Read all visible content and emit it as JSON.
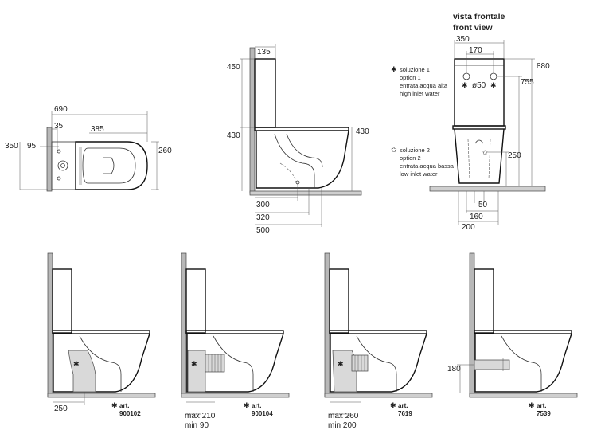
{
  "plan_view": {
    "dim_total_length": "690",
    "dim_left_offset": "35",
    "dim_bowl": "385",
    "dim_depth": "350",
    "dim_inlet": "95",
    "dim_width": "260"
  },
  "side_view": {
    "dim_tank_depth": "135",
    "dim_tank_height": "450",
    "dim_seat_height_left": "430",
    "dim_seat_height_right": "430",
    "dim_outlet_300": "300",
    "dim_outlet_320": "320",
    "dim_outlet_500": "500"
  },
  "front_view": {
    "title_it": "vista frontale",
    "title_en": "front view",
    "dim_width_350": "350",
    "dim_inlet_spacing": "170",
    "dim_diameter": "ø50",
    "dim_total_height": "880",
    "dim_tank_top": "755",
    "dim_low_inlet": "250",
    "dim_low_50": "50",
    "dim_160": "160",
    "dim_200": "200"
  },
  "legend": {
    "option1_line1": "soluzione 1",
    "option1_line2": "option 1",
    "option1_line3": "entrata acqua alta",
    "option1_line4": "high inlet water",
    "option2_line1": "soluzione 2",
    "option2_line2": "option 2",
    "option2_line3": "entrata acqua bassa",
    "option2_line4": "low inlet water"
  },
  "variants": [
    {
      "art_label": "art.",
      "art_number": "900102",
      "dim1": "250"
    },
    {
      "art_label": "art.",
      "art_number": "900104",
      "dim1": "max 210",
      "dim2": "min  90"
    },
    {
      "art_label": "art.",
      "art_number": "7619",
      "dim1": "max 260",
      "dim2": "min 200"
    },
    {
      "art_label": "art.",
      "art_number": "7539",
      "dim1": "180"
    }
  ]
}
